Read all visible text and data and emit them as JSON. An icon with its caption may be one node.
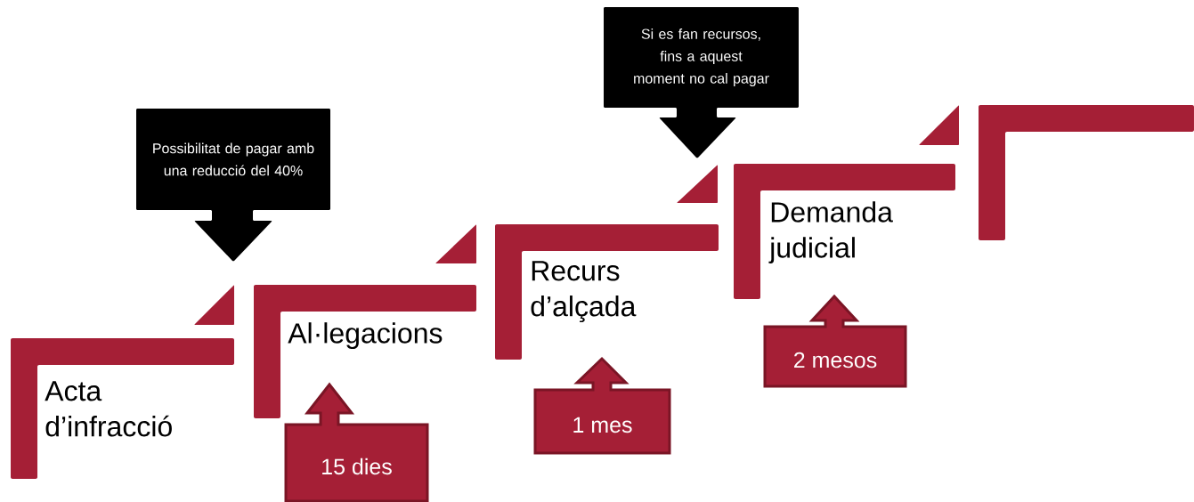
{
  "diagram": {
    "nodes": [
      {
        "text": [
          "Acta d’infracció"
        ]
      },
      {
        "text": [
          "Possibilitat de pagar amb una reducció del 40%"
        ]
      },
      {
        "text": [
          "Al·legacions"
        ]
      },
      {
        "text": [
          "15 dies"
        ]
      },
      {
        "text": [
          "Recurs d’alçada"
        ]
      },
      {
        "text": [
          "1 mes"
        ]
      },
      {
        "text": [
          "Si es fan recursos, fins a aquest moment no cal pagar"
        ]
      },
      {
        "text": [
          "Demanda judicial"
        ]
      },
      {
        "text": [
          "2 mesos"
        ]
      },
      {
        "text": [],
        "shape": "box"
      }
    ]
  }
}
